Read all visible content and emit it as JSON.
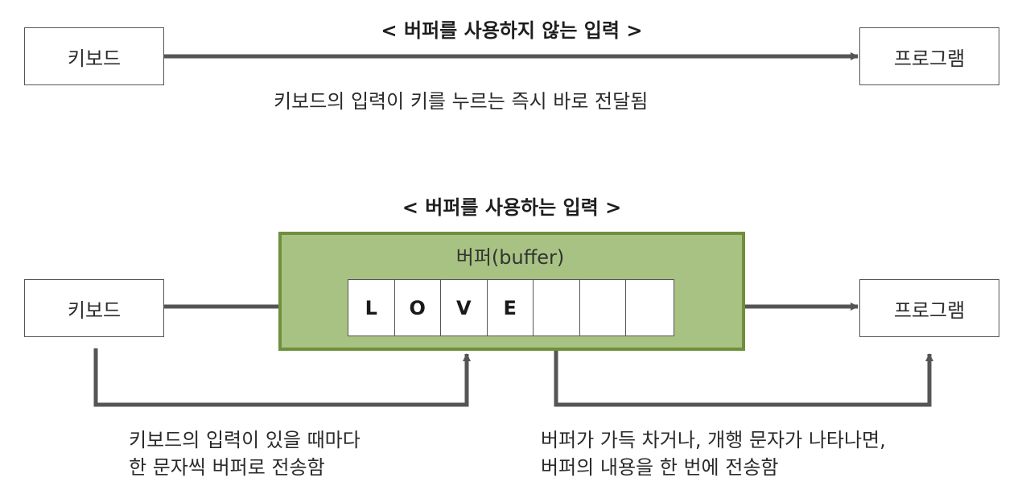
{
  "top": {
    "title": "< 버퍼를 사용하지 않는 입력 >",
    "keyboard": "키보드",
    "program": "프로그램",
    "caption": "키보드의 입력이 키를 누르는 즉시 바로 전달됨"
  },
  "bottom": {
    "title": "< 버퍼를 사용하는 입력 >",
    "keyboard": "키보드",
    "program": "프로그램",
    "buffer_label": "버퍼(buffer)",
    "cells": [
      "L",
      "O",
      "V",
      "E",
      "",
      "",
      ""
    ],
    "left_note": [
      "키보드의 입력이 있을 때마다",
      "한 문자씩 버퍼로 전송함"
    ],
    "right_note": [
      "버퍼가 가득 차거나, 개행 문자가 나타나면,",
      "버퍼의 내용을 한 번에 전송함"
    ]
  },
  "colors": {
    "buffer_fill": "#a8c283",
    "buffer_border": "#6f8f3c",
    "arrow": "#555555"
  }
}
